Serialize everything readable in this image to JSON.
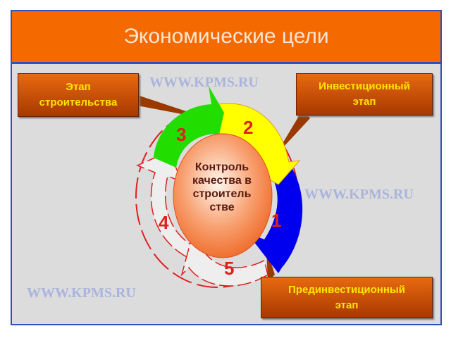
{
  "title": "Экономические цели",
  "center_label": [
    "Контроль",
    "качества в",
    "строитель",
    "стве"
  ],
  "stages": [
    {
      "number": "1",
      "color": "#0000ee"
    },
    {
      "number": "2",
      "color": "#ffff00"
    },
    {
      "number": "3",
      "color": "#22dd00"
    },
    {
      "number": "4",
      "color": "#eeeeee"
    },
    {
      "number": "5",
      "color": "#eeeeee"
    }
  ],
  "callouts": {
    "construction": [
      "Этап",
      "строительства"
    ],
    "investment": [
      "Инвестиционный",
      "этап"
    ],
    "preinvestment": [
      "Прединвестиционный",
      "этап"
    ]
  },
  "watermark": "WWW.KPMS.RU"
}
